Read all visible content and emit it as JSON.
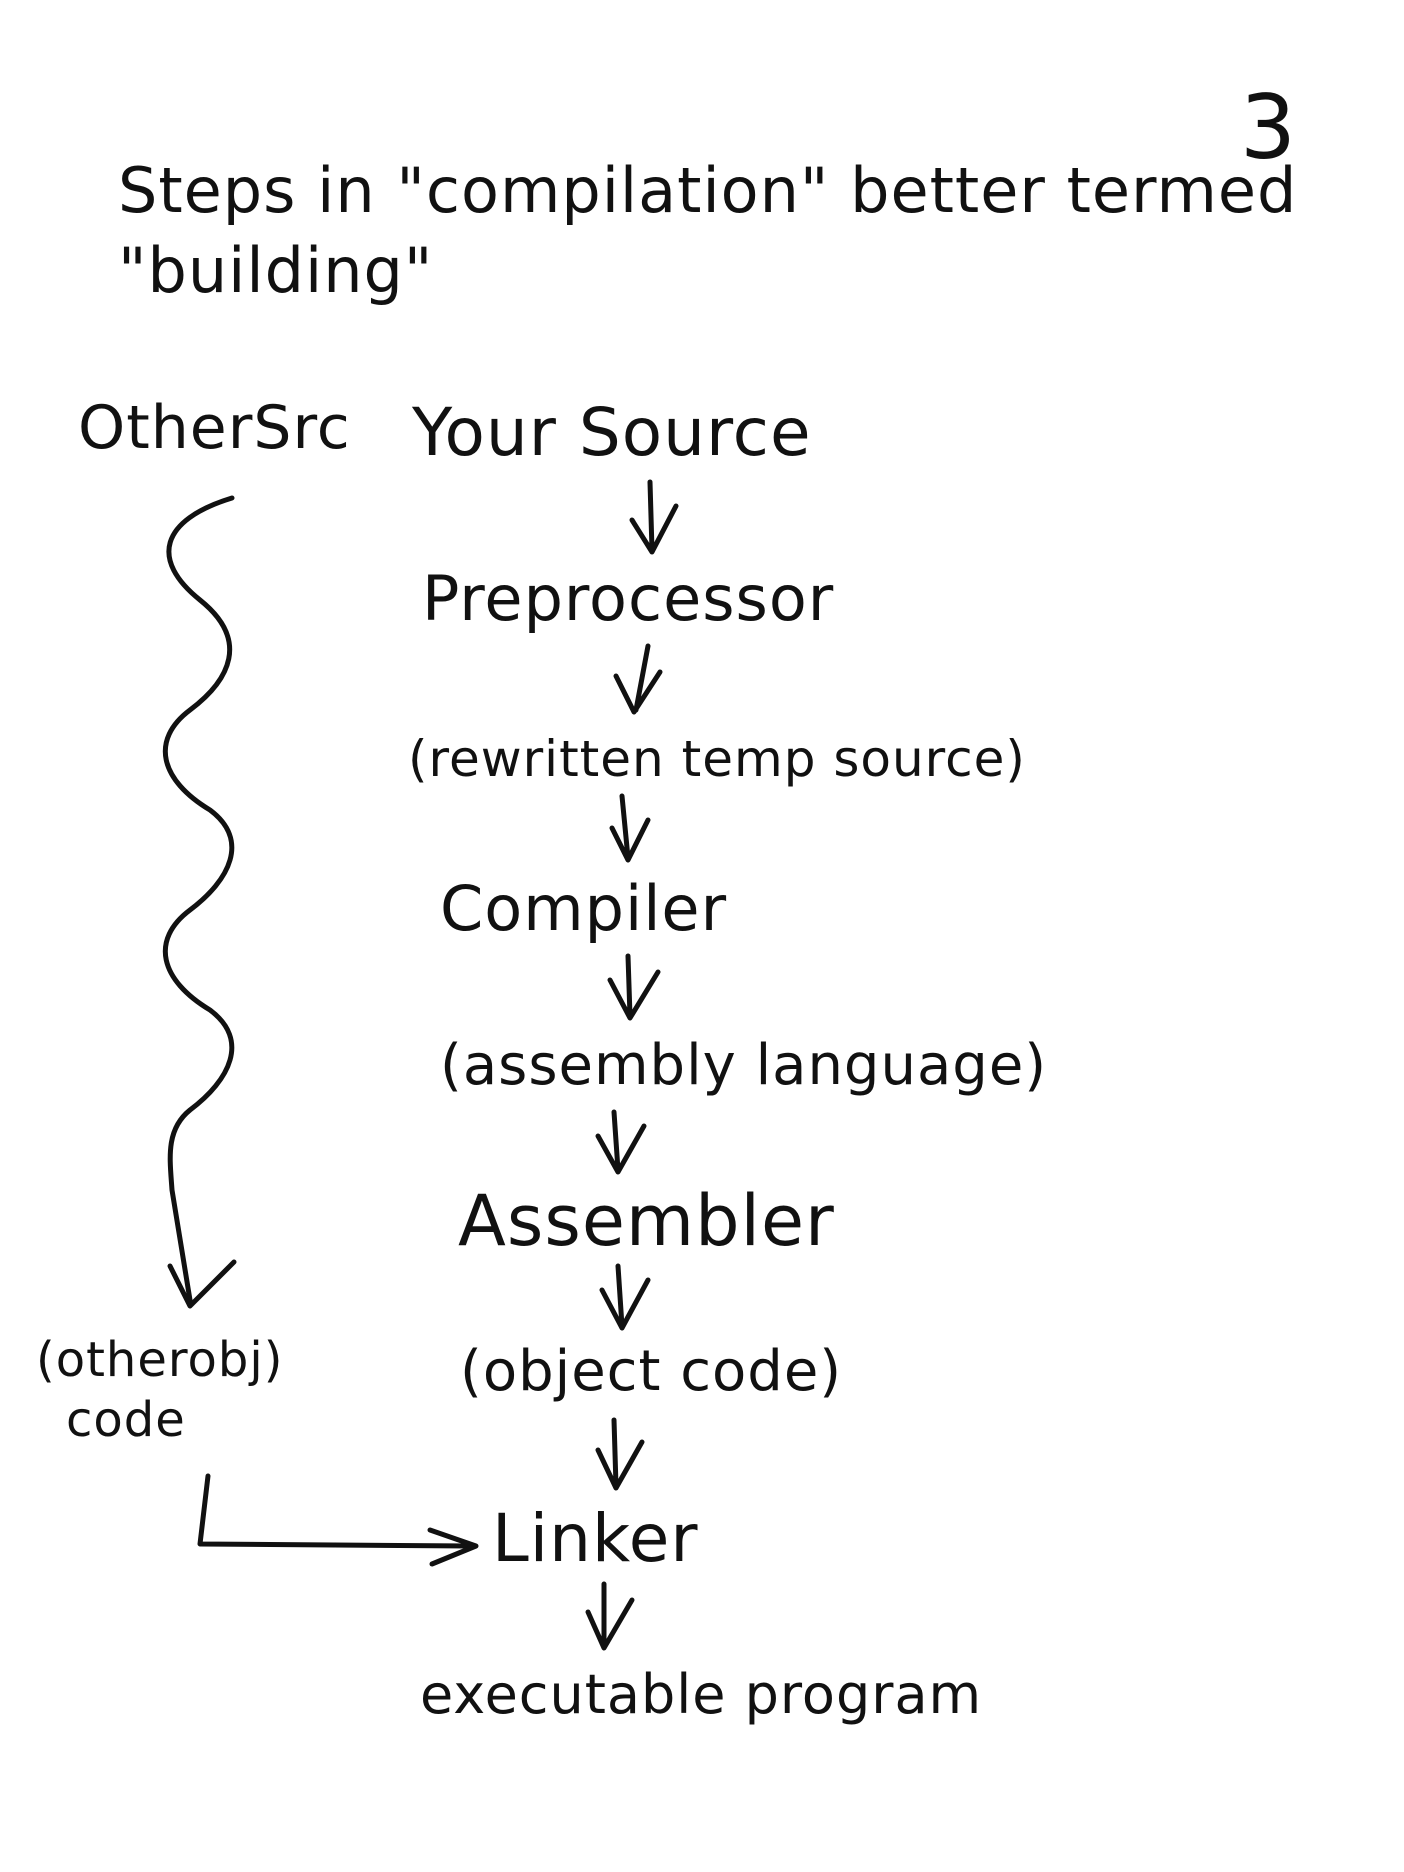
{
  "page_number": "3",
  "title": {
    "line1": "Steps in \"compilation\" better termed",
    "line2": "\"building\""
  },
  "nodes": {
    "other_src": "OtherSrc",
    "your_source": "Your Source",
    "preprocessor": "Preprocessor",
    "rewritten_temp_source": "(rewritten temp source)",
    "compiler": "Compiler",
    "assembly_language": "(assembly language)",
    "assembler": "Assembler",
    "object_code": "(object code)",
    "other_obj_code_line1": "(otherobj)",
    "other_obj_code_line2": "code",
    "linker": "Linker",
    "executable_program": "executable program"
  },
  "ink_color": "#111111"
}
